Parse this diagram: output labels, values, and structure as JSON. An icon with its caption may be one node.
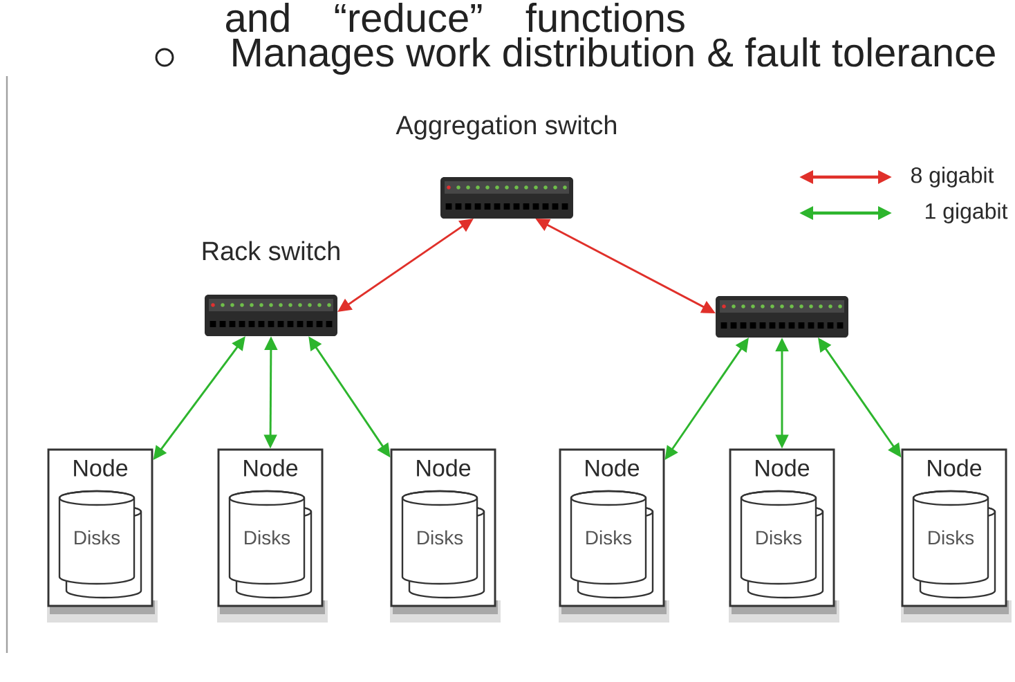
{
  "diagram": {
    "nodes": [
      {
        "text": [
          "Aggregation switch"
        ]
      },
      {
        "text": [
          "Rack switch"
        ]
      },
      {
        "text": [],
        "shape": "picture"
      },
      {
        "text": [
          "Node"
        ]
      },
      {
        "text": [
          "Disks"
        ],
        "in": 3
      },
      {
        "text": [
          "Node"
        ]
      },
      {
        "text": [
          "Disks"
        ],
        "in": 5
      },
      {
        "text": [
          "Node"
        ]
      },
      {
        "text": [
          "Disks"
        ],
        "in": 7
      },
      {
        "text": [
          "Node"
        ]
      },
      {
        "text": [
          "Disks"
        ],
        "in": 9
      },
      {
        "text": [
          "Node"
        ]
      },
      {
        "text": [
          "Disks"
        ],
        "in": 11
      },
      {
        "text": [
          "Node"
        ]
      },
      {
        "text": [
          "Disks"
        ],
        "in": 13
      }
    ],
    "edges": [
      {
        "from": 0,
        "to": 1,
        "arrow": "both",
        "color": "#e0302a"
      },
      {
        "from": 0,
        "to": 2,
        "arrow": "both",
        "color": "#e0302a"
      },
      {
        "from": 1,
        "to": 3,
        "arrow": "both"
      },
      {
        "from": 1,
        "to": 5,
        "arrow": "both"
      },
      {
        "from": 1,
        "to": 7,
        "arrow": "both"
      },
      {
        "from": 2,
        "to": 9,
        "arrow": "both"
      },
      {
        "from": 2,
        "to": 11,
        "arrow": "both"
      },
      {
        "from": 2,
        "to": 13,
        "arrow": "both"
      }
    ],
    "labels": [
      "and “reduce” functions",
      "Manages work distribution & fault tolerance"
    ],
    "legend": [
      {
        "text": "8 gigabit"
      },
      {
        "text": "1 gigabit"
      }
    ]
  }
}
